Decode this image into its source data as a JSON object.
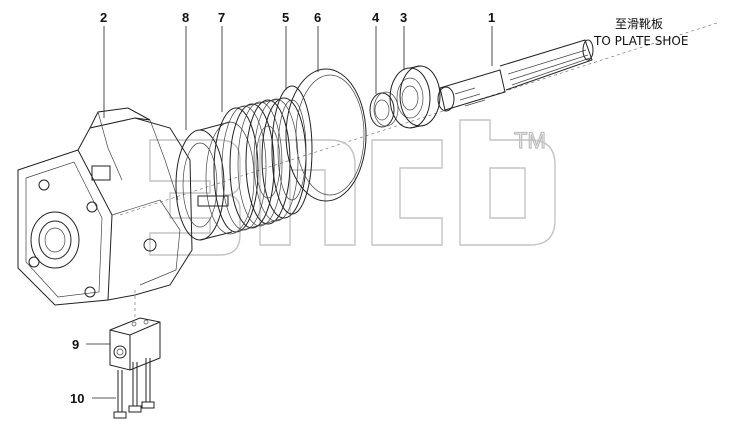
{
  "callouts": {
    "c1": "1",
    "c2": "2",
    "c3": "3",
    "c4": "4",
    "c5": "5",
    "c6": "6",
    "c7": "7",
    "c8": "8",
    "c9": "9",
    "c10": "10"
  },
  "note": {
    "chinese": "至滑靴板",
    "english": "TO PLATE SHOE"
  },
  "watermark": {
    "trademark": "TM"
  }
}
